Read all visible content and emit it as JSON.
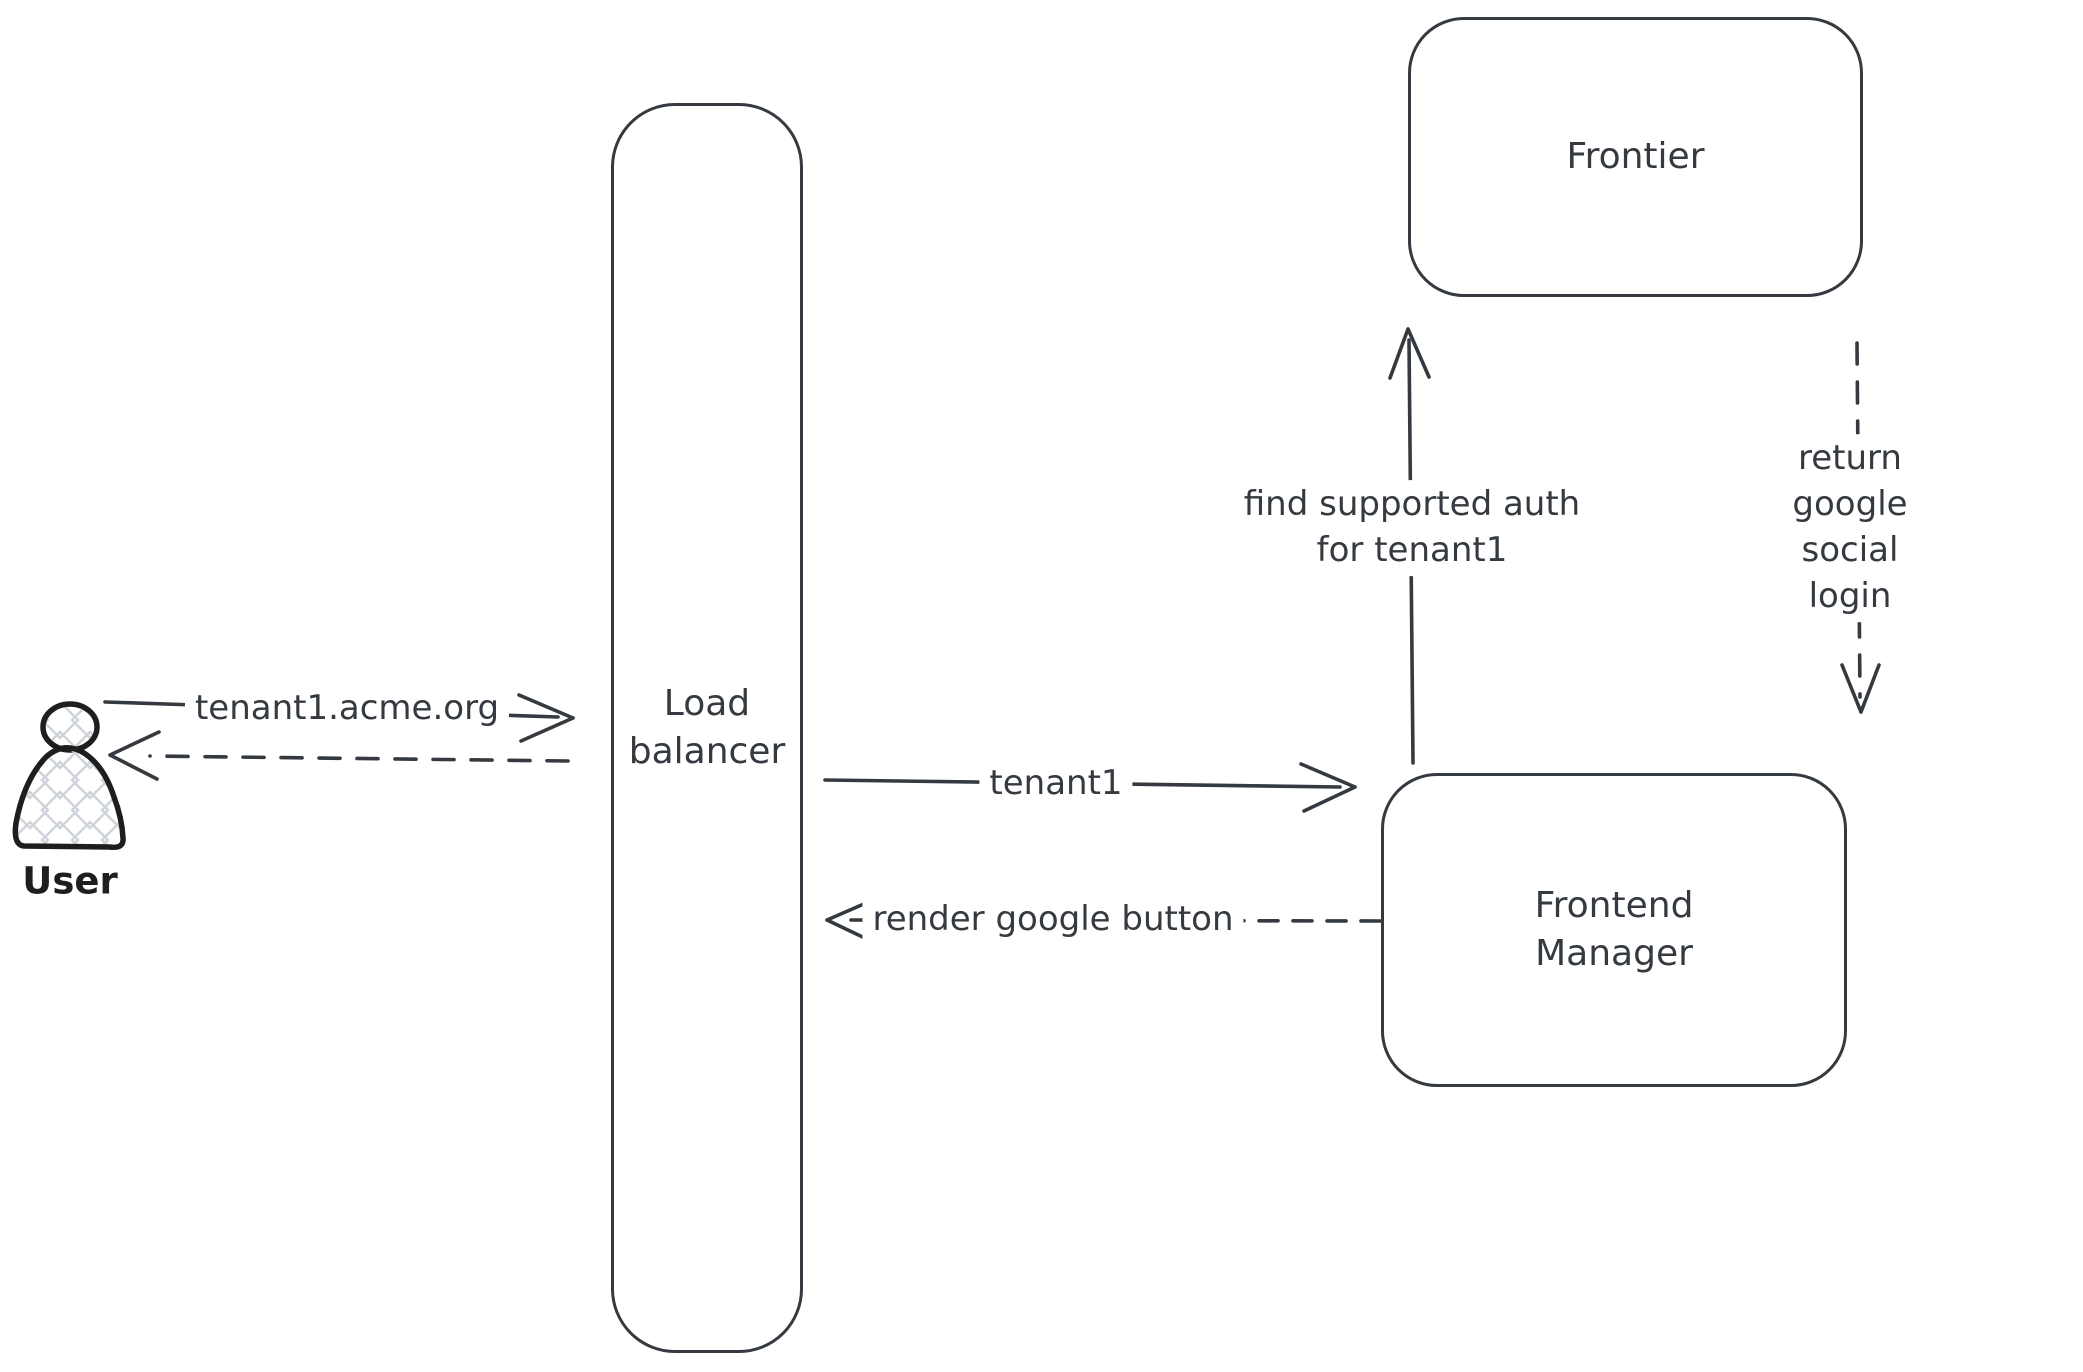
{
  "nodes": {
    "user": {
      "label": "User"
    },
    "load_balancer": {
      "label": "Load\nbalancer"
    },
    "frontier": {
      "label": "Frontier"
    },
    "frontend_manager": {
      "label": "Frontend\nManager"
    }
  },
  "edges": {
    "user_to_lb": {
      "label": "tenant1.acme.org",
      "style": "solid",
      "from": "User",
      "to": "Load balancer"
    },
    "lb_to_user": {
      "label": "",
      "style": "dashed",
      "from": "Load balancer",
      "to": "User"
    },
    "lb_to_fm": {
      "label": "tenant1",
      "style": "solid",
      "from": "Load balancer",
      "to": "Frontend Manager"
    },
    "fm_to_lb": {
      "label": "render google button",
      "style": "dashed",
      "from": "Frontend Manager",
      "to": "Load balancer"
    },
    "fm_to_frontier": {
      "label": "find supported auth\nfor tenant1",
      "style": "solid",
      "from": "Frontend Manager",
      "to": "Frontier"
    },
    "frontier_to_fm": {
      "label": "return google social\nlogin",
      "style": "dashed",
      "from": "Frontier",
      "to": "Frontend Manager"
    }
  },
  "colors": {
    "stroke": "#343a40",
    "user_stroke": "#1e1e1e",
    "user_hatch": "#ced4da",
    "background": "#ffffff"
  }
}
